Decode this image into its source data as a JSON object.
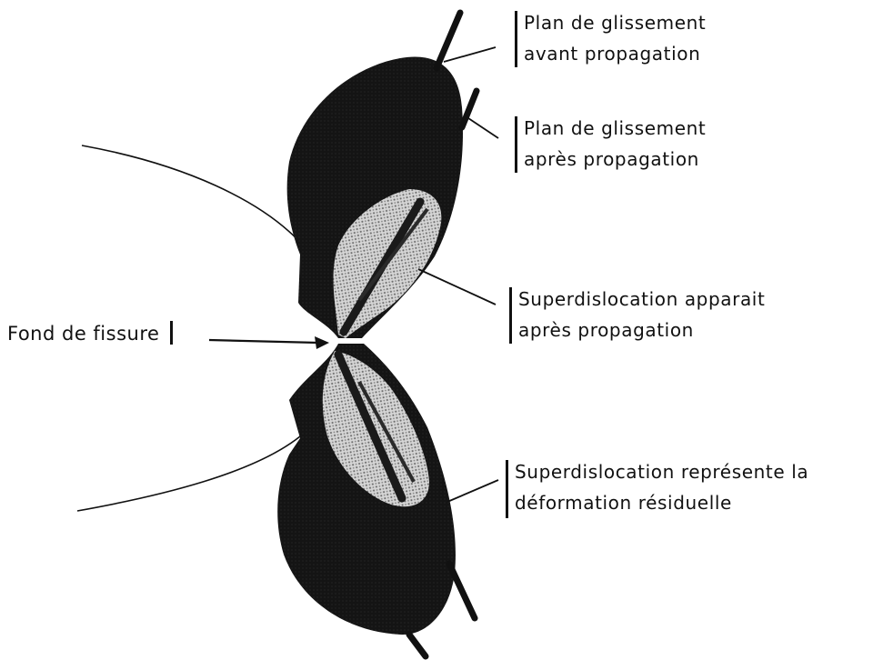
{
  "labels": {
    "plan_avant": {
      "line1": "Plan de glissement",
      "line2": "avant propagation"
    },
    "plan_apres": {
      "line1": "Plan de glissement",
      "line2": "après propagation"
    },
    "super_apparait": {
      "line1": "Superdislocation  apparait",
      "line2": "après propagation"
    },
    "super_represente": {
      "line1": "Superdislocation représente la",
      "line2": "déformation résiduelle"
    },
    "fond": "Fond de fissure"
  },
  "colors": {
    "ink": "#111111",
    "dark_lobe": "#141414",
    "stipple_light": "#d8d8d8",
    "stipple_dark": "#6a6a6a"
  }
}
